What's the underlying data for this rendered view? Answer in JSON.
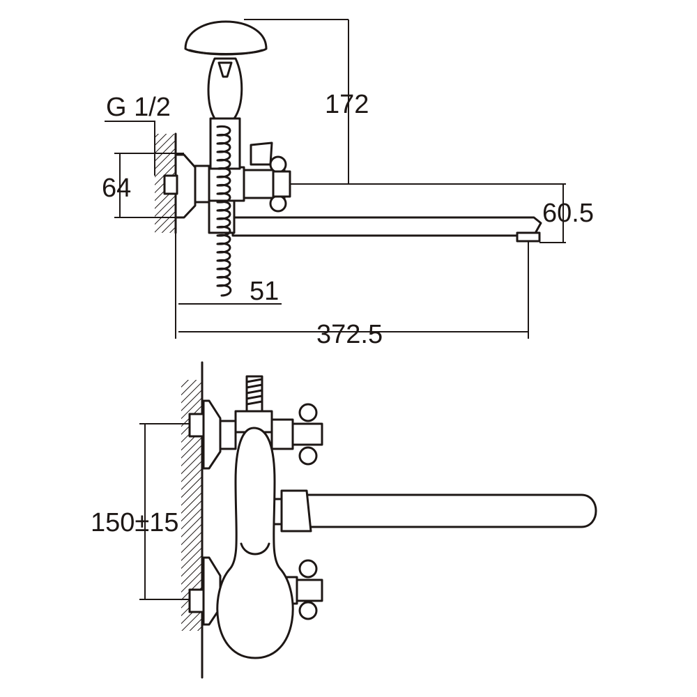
{
  "labels": {
    "thread": "G 1/2",
    "height_shower": "172",
    "height_64": "64",
    "spout_drop": "60.5",
    "hose_offset": "51",
    "spout_length": "372.5",
    "centers": "150±15"
  },
  "colors": {
    "line": "#1d1715",
    "background": "#ffffff"
  }
}
